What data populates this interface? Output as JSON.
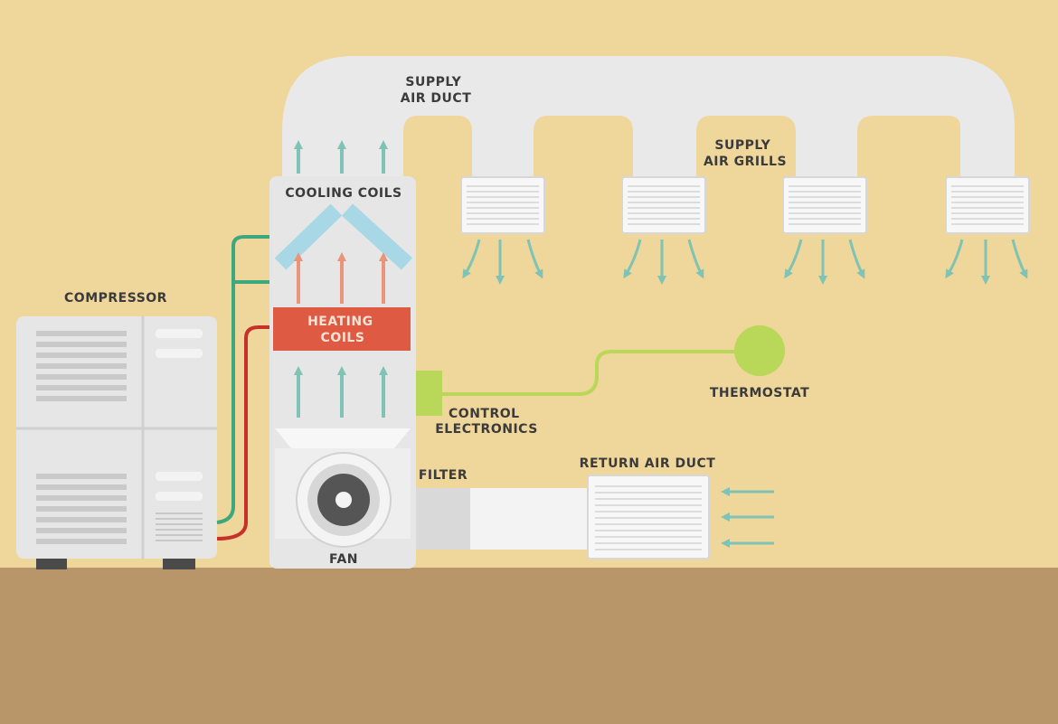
{
  "labels": {
    "supply_air_duct": [
      "SUPPLY",
      "AIR DUCT"
    ],
    "supply_air_grills": [
      "SUPPLY",
      "AIR GRILLS"
    ],
    "cooling_coils": "COOLING COILS",
    "heating_coils": [
      "HEATING",
      "COILS"
    ],
    "compressor": "COMPRESSOR",
    "thermostat": "THERMOSTAT",
    "control_electronics": [
      "CONTROL",
      "ELECTRONICS"
    ],
    "filter": "FILTER",
    "return_air_duct": "RETURN AIR DUCT",
    "fan": "FAN"
  },
  "colors": {
    "background": "#efd69a",
    "ground": "#b9966a",
    "duct": "#e9e9e9",
    "unit": "#e6e6e6",
    "heating_coils": "#de5a43",
    "cooling_coils": "#a8d8e6",
    "supply_arrow": "#7fc3b4",
    "heat_arrow": "#e9957a",
    "refrigerant_line": "#3da77d",
    "hot_line": "#c8312a",
    "control_wire": "#b9d759",
    "thermostat": "#b9d759",
    "text": "#3b3b3b"
  },
  "icons": [
    "compressor-unit",
    "fan-icon",
    "thermostat-icon",
    "control-box-icon",
    "grill-icon"
  ]
}
